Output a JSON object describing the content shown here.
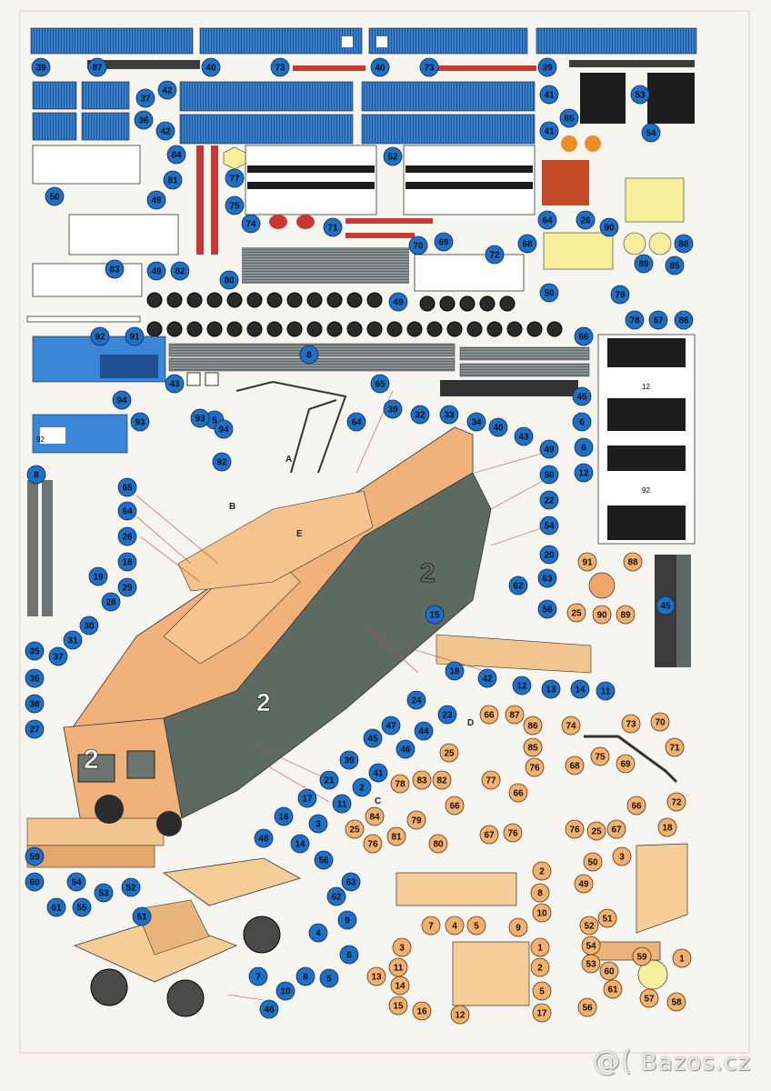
{
  "sheet": {
    "title": "Paper model sheet – electric locomotive No. 2",
    "loco_number": "2",
    "small_number_12": "12",
    "small_number_92": "92",
    "small_number_5": "5",
    "assembly_letters": [
      "A",
      "B",
      "C",
      "D",
      "E"
    ]
  },
  "watermark": {
    "logo": "@(",
    "text": "Bazos.cz"
  },
  "colors": {
    "blue": "#2f74c0",
    "blue_label": "#1f6fc4",
    "orange_part": "#f3b97a",
    "orange_label": "#f1b170",
    "gray_part": "#7d8587",
    "black_part": "#1d1d1d",
    "red_part": "#c73a33",
    "yellow_part": "#f7ef9c",
    "paper": "#f7f5ef"
  },
  "blue_labels": [
    "39",
    "87",
    "40",
    "73",
    "40",
    "73",
    "39",
    "37",
    "42",
    "36",
    "42",
    "41",
    "41",
    "53",
    "65",
    "84",
    "81",
    "77",
    "75",
    "52",
    "54",
    "50",
    "49",
    "74",
    "71",
    "69",
    "72",
    "70",
    "68",
    "64",
    "26",
    "90",
    "88",
    "89",
    "85",
    "83",
    "82",
    "49",
    "80",
    "49",
    "92",
    "91",
    "8",
    "66",
    "50",
    "79",
    "78",
    "67",
    "86",
    "43",
    "94",
    "6",
    "12",
    "5",
    "93",
    "8",
    "45",
    "6",
    "65",
    "64",
    "39",
    "32",
    "33",
    "34",
    "40",
    "43",
    "49",
    "50",
    "22",
    "54",
    "20",
    "63",
    "62",
    "56",
    "93",
    "94",
    "92",
    "65",
    "64",
    "26",
    "18",
    "19",
    "29",
    "28",
    "30",
    "31",
    "35",
    "37",
    "36",
    "38",
    "27",
    "15",
    "18",
    "42",
    "12",
    "13",
    "14",
    "11",
    "24",
    "23",
    "47",
    "44",
    "45",
    "46",
    "39",
    "41",
    "21",
    "2",
    "17",
    "11",
    "16",
    "3",
    "14",
    "48",
    "56",
    "63",
    "62",
    "59",
    "60",
    "54",
    "53",
    "55",
    "61",
    "52",
    "51",
    "9",
    "4",
    "6",
    "8",
    "5",
    "10",
    "7",
    "46",
    "45"
  ],
  "orange_labels": [
    "66",
    "87",
    "86",
    "85",
    "76",
    "25",
    "78",
    "83",
    "82",
    "66",
    "84",
    "81",
    "79",
    "80",
    "76",
    "25",
    "77",
    "66",
    "67",
    "76",
    "74",
    "73",
    "70",
    "75",
    "69",
    "71",
    "68",
    "72",
    "66",
    "76",
    "25",
    "67",
    "91",
    "88",
    "25",
    "90",
    "89",
    "18",
    "50",
    "3",
    "49",
    "51",
    "52",
    "54",
    "53",
    "59",
    "60",
    "61",
    "56",
    "57",
    "58",
    "1",
    "2",
    "8",
    "10",
    "9",
    "7",
    "4",
    "5",
    "3",
    "1",
    "11",
    "2",
    "13",
    "14",
    "5",
    "15",
    "16",
    "12",
    "17"
  ]
}
